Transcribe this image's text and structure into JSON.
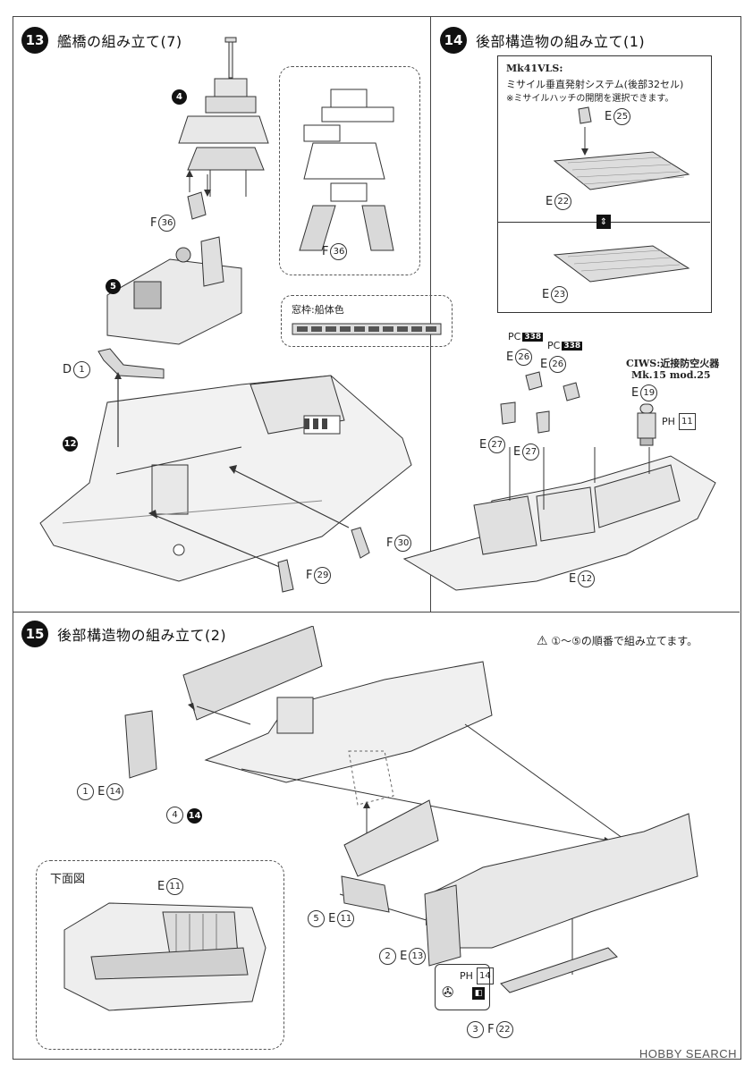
{
  "step13": {
    "number": "13",
    "title": "艦橋の組み立て(7)",
    "bullets": {
      "b4": "4",
      "b5": "5",
      "b12": "12"
    },
    "parts": {
      "f36a": {
        "letter": "F",
        "num": "36"
      },
      "f36b": {
        "letter": "F",
        "num": "36"
      },
      "d1": {
        "letter": "D",
        "num": "1"
      },
      "f30": {
        "letter": "F",
        "num": "30"
      },
      "f29": {
        "letter": "F",
        "num": "29"
      }
    },
    "window_note": "窓枠:船体色"
  },
  "step14": {
    "number": "14",
    "title": "後部構造物の組み立て(1)",
    "vls_title": "Mk41VLS:",
    "vls_desc": "ミサイル垂直発射システム(後部32セル)",
    "vls_note": "※ミサイルハッチの開閉を選択できます。",
    "parts": {
      "e25": {
        "letter": "E",
        "num": "25"
      },
      "e22": {
        "letter": "E",
        "num": "22"
      },
      "e23": {
        "letter": "E",
        "num": "23"
      },
      "e26a": {
        "letter": "E",
        "num": "26"
      },
      "e26b": {
        "letter": "E",
        "num": "26"
      },
      "e27a": {
        "letter": "E",
        "num": "27"
      },
      "e27b": {
        "letter": "E",
        "num": "27"
      },
      "e19": {
        "letter": "E",
        "num": "19"
      },
      "e12": {
        "letter": "E",
        "num": "12"
      }
    },
    "paint_pc": {
      "prefix": "PC",
      "code": "338"
    },
    "paint_ph": {
      "prefix": "PH",
      "code": "11"
    },
    "ciws_title": "CIWS:近接防空火器",
    "ciws_model": "Mk.15 mod.25"
  },
  "step15": {
    "number": "15",
    "title": "後部構造物の組み立て(2)",
    "order_note": "①〜⑤の順番で組み立てます。",
    "bottom_view": "下面図",
    "items": {
      "i1": {
        "order": "1",
        "letter": "E",
        "num": "14"
      },
      "i4": {
        "order": "4",
        "bullet": "14"
      },
      "i5": {
        "order": "5",
        "letter": "E",
        "num": "11"
      },
      "i2": {
        "order": "2",
        "letter": "E",
        "num": "13"
      },
      "i3": {
        "order": "3",
        "letter": "F",
        "num": "22"
      },
      "bottom_e11": {
        "letter": "E",
        "num": "11"
      }
    },
    "paint_ph": {
      "prefix": "PH",
      "code": "14"
    }
  },
  "watermark": "HOBBY SEARCH",
  "colors": {
    "ink": "#222222",
    "part_fill": "#d9d9d9",
    "line": "#444444"
  }
}
